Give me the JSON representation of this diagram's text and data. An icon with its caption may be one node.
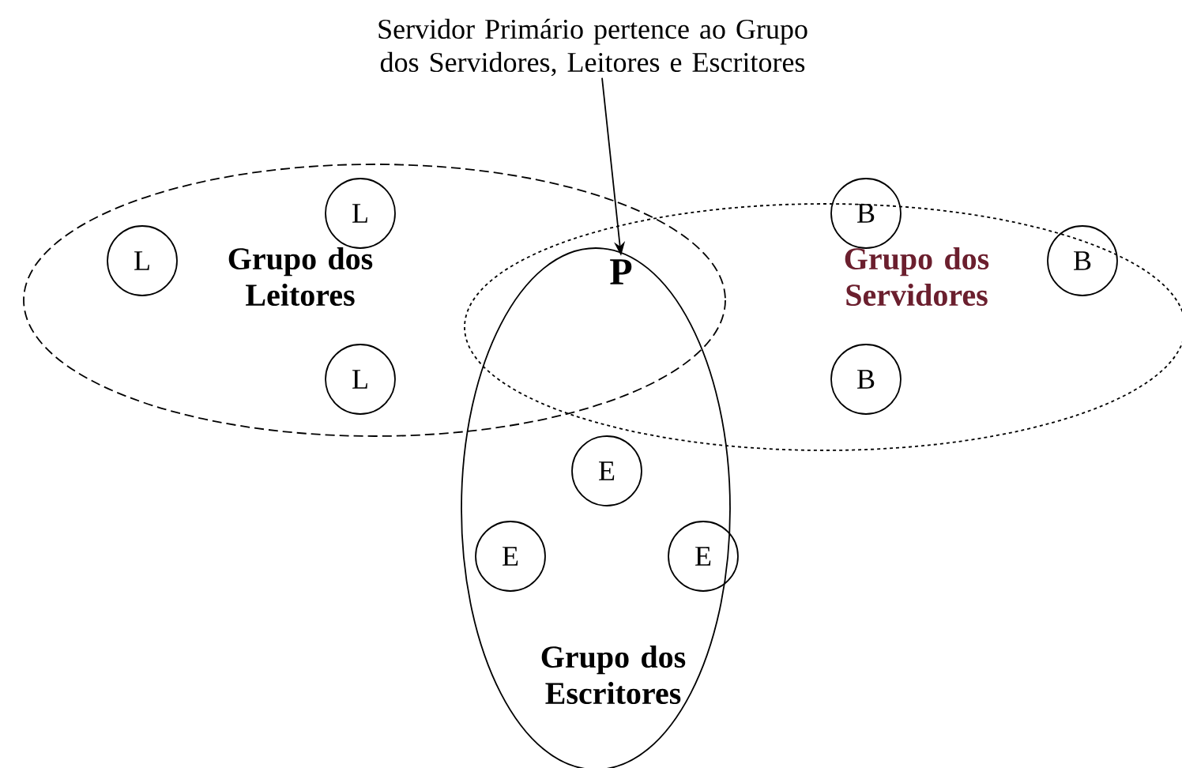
{
  "diagram": {
    "nodes": [
      {
        "text": [
          "Grupo dos Leitores"
        ]
      },
      {
        "text": [
          "Grupo dos Servidores"
        ]
      },
      {
        "text": [
          "Grupo dos Escritores"
        ]
      },
      {
        "text": [
          "L"
        ],
        "in": 0
      },
      {
        "text": [
          "L"
        ],
        "in": 0
      },
      {
        "text": [
          "L"
        ],
        "in": 0
      },
      {
        "text": [
          "B"
        ],
        "in": 1
      },
      {
        "text": [
          "B"
        ],
        "in": 1
      },
      {
        "text": [
          "B"
        ],
        "in": 1
      },
      {
        "text": [
          "E"
        ],
        "in": 2
      },
      {
        "text": [
          "E"
        ],
        "in": 2
      },
      {
        "text": [
          "E"
        ],
        "in": 2
      },
      {
        "text": [
          "P"
        ]
      },
      {
        "text": [
          "Servidor Primário pertence ao Grupo dos Servidores, Leitores e Escritores"
        ]
      }
    ],
    "edges": [
      {
        "from": 13,
        "to": 12,
        "arrow": "to"
      }
    ]
  }
}
